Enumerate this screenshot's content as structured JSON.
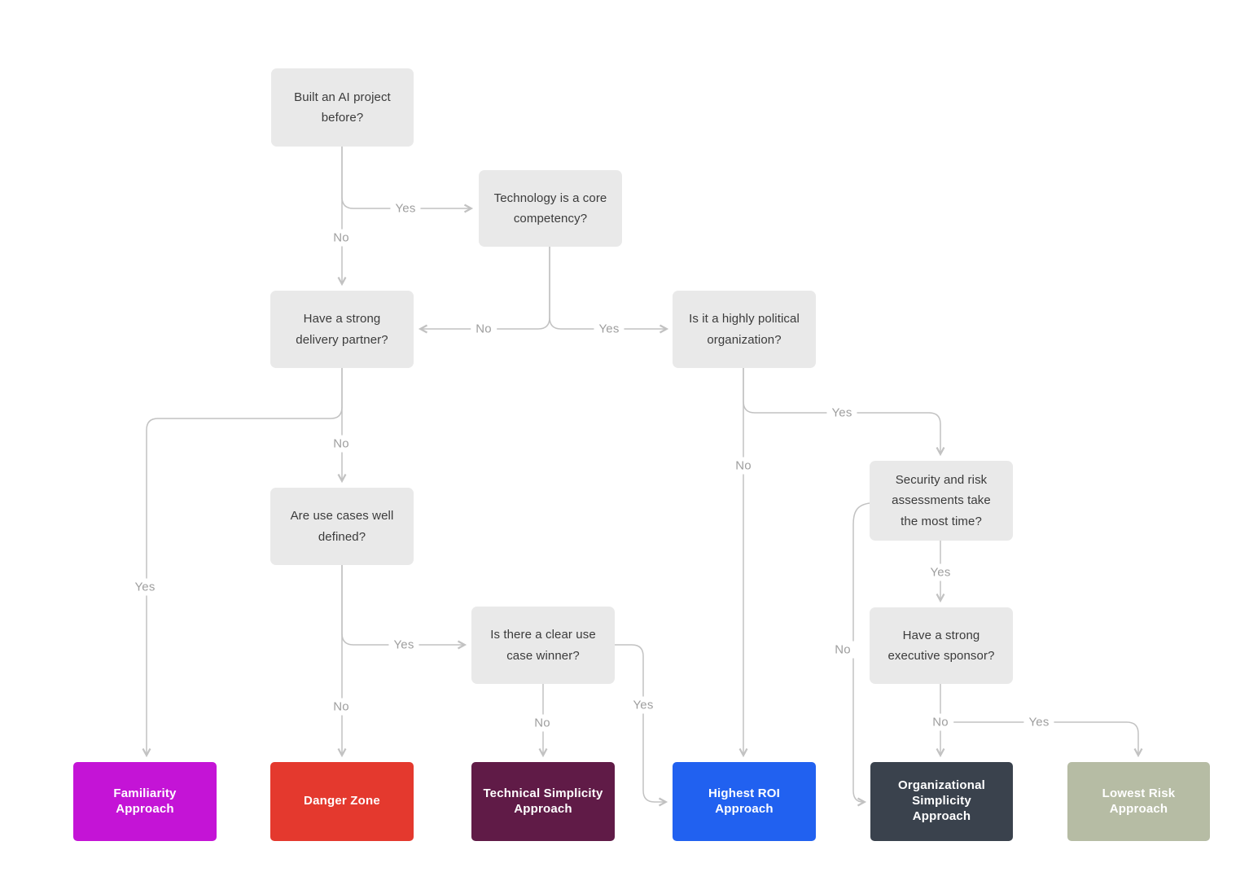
{
  "title": "AI approach decision flowchart",
  "palette": {
    "canvas_bg": "#ffffff",
    "decision_bg": "#e9e9e9",
    "decision_text": "#3b3b3b",
    "edge_line": "#c2c2c2",
    "edge_label_text": "#9e9e9e"
  },
  "decisions": {
    "built_ai": {
      "label": "Built an AI project before?"
    },
    "tech_core": {
      "label": "Technology is a core competency?"
    },
    "delivery_partner": {
      "label": "Have a strong delivery partner?"
    },
    "political_org": {
      "label": "Is it a highly political organization?"
    },
    "use_cases": {
      "label": "Are use cases well defined?"
    },
    "security_risk": {
      "label": "Security and risk assessments take the most time?"
    },
    "clear_winner": {
      "label": "Is there a clear use case winner?"
    },
    "exec_sponsor": {
      "label": "Have a strong executive sponsor?"
    }
  },
  "outcomes": {
    "familiarity": {
      "label": "Familiarity Approach",
      "color": "#c414d6"
    },
    "danger": {
      "label": "Danger Zone",
      "color": "#e4392e"
    },
    "technical_simplicity": {
      "label": "Technical Simplicity Approach",
      "color": "#601b47"
    },
    "highest_roi": {
      "label": "Highest ROI Approach",
      "color": "#2161f0"
    },
    "organizational_simplicity": {
      "label": "Organizational Simplicity Approach",
      "color": "#3a424d"
    },
    "lowest_risk": {
      "label": "Lowest Risk Approach",
      "color": "#b6bca4"
    }
  },
  "edges": {
    "built_yes": "Yes",
    "built_no": "No",
    "tech_no": "No",
    "tech_yes": "Yes",
    "delivery_yes": "Yes",
    "delivery_no": "No",
    "usecases_yes": "Yes",
    "usecases_no": "No",
    "winner_no": "No",
    "winner_yes": "Yes",
    "political_no": "No",
    "political_yes": "Yes",
    "security_yes": "Yes",
    "security_no": "No",
    "sponsor_no": "No",
    "sponsor_yes": "Yes"
  }
}
